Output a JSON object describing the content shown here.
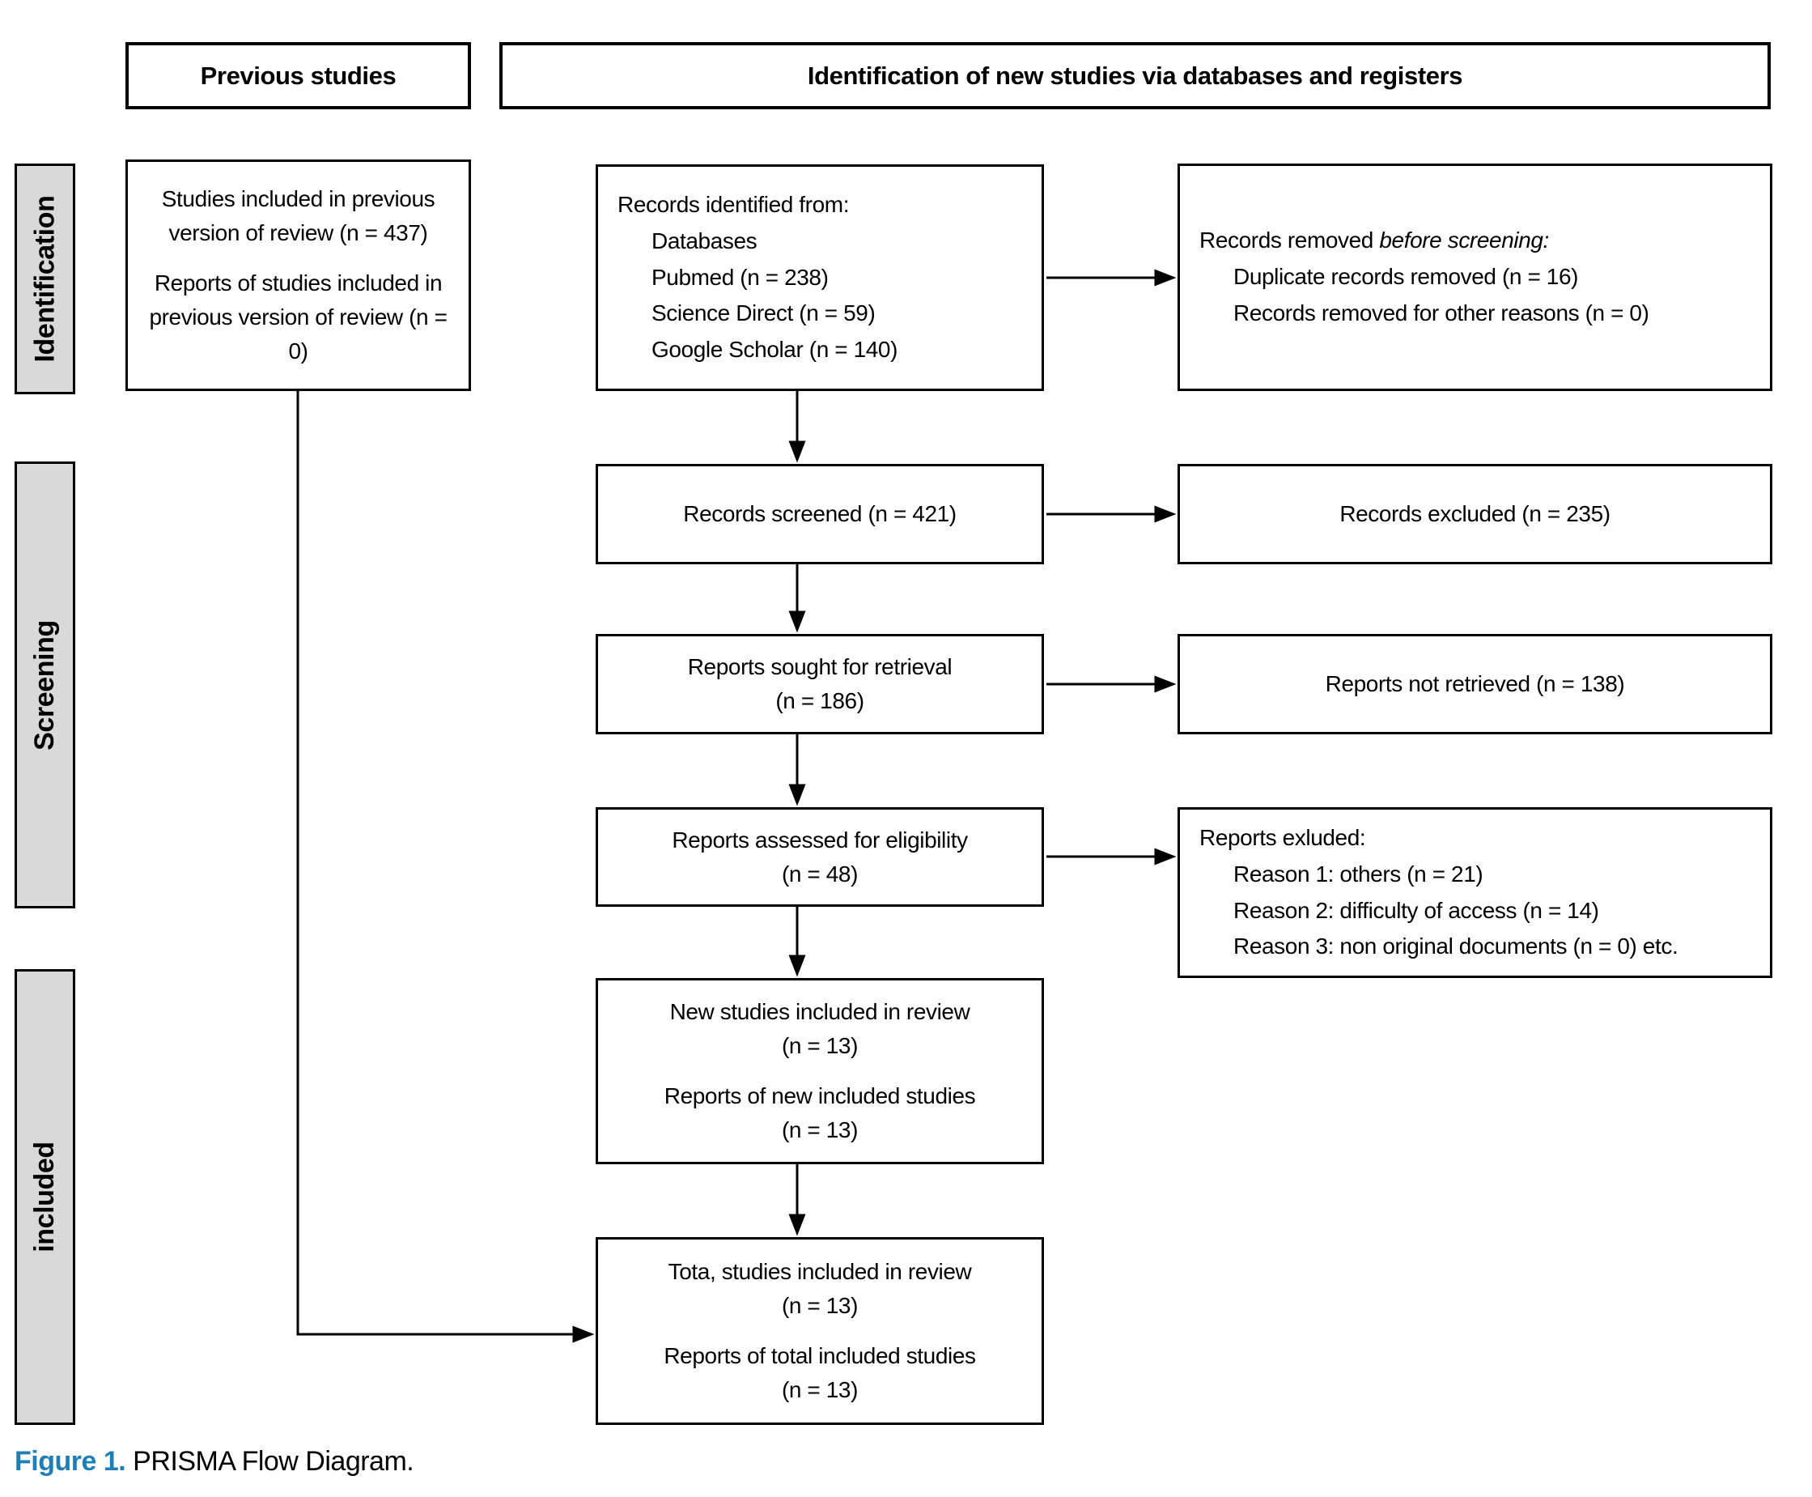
{
  "colors": {
    "accent": "#1F7EB5",
    "band_fill": "#D9D9D9"
  },
  "headers": {
    "previous_studies": "Previous studies",
    "new_studies": "Identification of new studies via databases and registers"
  },
  "sidebar": {
    "identification": "Identification",
    "screening": "Screening",
    "included": "included"
  },
  "boxes": {
    "previous_review": {
      "para1": "Studies included in previous version of review (n = 437)",
      "para2": "Reports of studies included in previous version of review (n = 0)"
    },
    "records_identified": {
      "title": "Records identified from:",
      "items": [
        "Databases",
        "Pubmed (n = 238)",
        "Science Direct (n = 59)",
        "Google Scholar (n = 140)"
      ]
    },
    "records_removed": {
      "title_prefix": "Records removed ",
      "title_italic": "before screening:",
      "items": [
        "Duplicate records removed (n = 16)",
        "Records removed for other reasons (n = 0)"
      ]
    },
    "records_screened": {
      "line1": "Records screened (n = 421)"
    },
    "records_excluded": {
      "line1": "Records excluded (n = 235)"
    },
    "reports_sought": {
      "line1": "Reports sought for retrieval",
      "line2": "(n = 186)"
    },
    "reports_not_retrieved": {
      "line1": "Reports not retrieved (n = 138)"
    },
    "reports_assessed": {
      "line1": "Reports assessed for eligibility",
      "line2": "(n = 48)"
    },
    "reports_excluded": {
      "title": "Reports exluded:",
      "items": [
        "Reason 1: others (n = 21)",
        "Reason 2: difficulty of access (n = 14)",
        "Reason 3: non original documents (n = 0) etc."
      ]
    },
    "new_studies_included": {
      "para1_line1": "New studies included in review",
      "para1_line2": "(n = 13)",
      "para2_line1": "Reports of new included studies",
      "para2_line2": "(n = 13)"
    },
    "total_studies_included": {
      "para1_line1": "Tota, studies included in review",
      "para1_line2": "(n = 13)",
      "para2_line1": "Reports of total included studies",
      "para2_line2": "(n = 13)"
    }
  },
  "caption": {
    "label": "Figure 1.",
    "text": " PRISMA Flow Diagram."
  }
}
